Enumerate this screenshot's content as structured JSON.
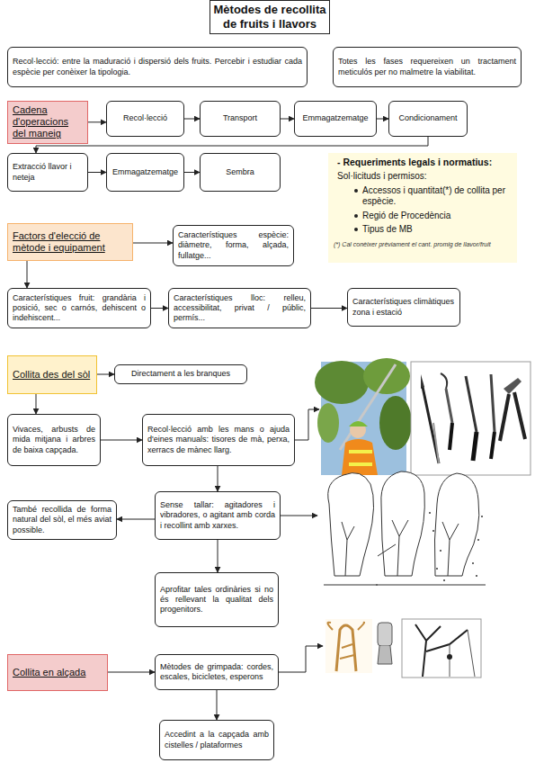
{
  "diagram": {
    "title": "Mètodes de recollita de fruits i llavors",
    "nodes": [
      {
        "text": [
          "Recol·lecció: entre la maduració i dispersió dels fruits. Percebir i estudiar cada espècie per conèixer la tipologia."
        ]
      },
      {
        "text": [
          "Totes les fases requereixen un tractament meticulós per no malmetre la viabilitat."
        ]
      },
      {
        "text": [
          "Cadena d'operacions del maneig"
        ]
      },
      {
        "text": [
          "Recol·lecció"
        ]
      },
      {
        "text": [
          "Transport"
        ]
      },
      {
        "text": [
          "Emmagatzematge"
        ]
      },
      {
        "text": [
          "Condicionament"
        ]
      },
      {
        "text": [
          "Extracció llavor i neteja"
        ]
      },
      {
        "text": [
          "Emmagatzematge"
        ]
      },
      {
        "text": [
          "Sembra"
        ]
      },
      {
        "text": [
          "- Requeriments legals i normatius:",
          "Sol·licituds i permisos:",
          "Accessos i quantitat(*) de collita per espècie.",
          "Regió de Procedència",
          "Tipus de MB",
          "(*) Cal conèixer prèviament el cant. promig de llavor/fruit"
        ]
      },
      {
        "text": [
          "Factors d'elecció de mètode i equipament"
        ]
      },
      {
        "text": [
          "Característiques espècie: diàmetre, forma, alçada, fullatge..."
        ]
      },
      {
        "text": [
          "Característiques fruit: grandària i posició, sec o carnós, dehiscent o indehiscent..."
        ]
      },
      {
        "text": [
          "Característiques lloc: relleu, accessibilitat, privat / públic, permís..."
        ]
      },
      {
        "text": [
          "Característiques climàtiques zona i estació"
        ]
      },
      {
        "text": [
          "Collita des del sòl"
        ]
      },
      {
        "text": [
          "Directament a les branques"
        ]
      },
      {
        "text": [
          "Vivaces, arbusts de mida mitjana i arbres de baixa capçada."
        ]
      },
      {
        "text": [
          "Recol·lecció amb les mans o ajuda d'eines manuals: tisores de mà, perxa, xerracs de mànec llarg."
        ]
      },
      {
        "text": [
          "Sense tallar: agitadores i vibradores, o agitant amb corda i recollint amb xarxes."
        ]
      },
      {
        "text": [
          "També recollida de forma natural del sòl, el més aviat possible."
        ]
      },
      {
        "text": [
          "Aprofitar tales ordinàries si no és rellevant la qualitat dels progenitors."
        ]
      },
      {
        "text": [
          "Collita en alçada"
        ]
      },
      {
        "text": [
          "Mètodes de grimpada: cordes, escales, bicicletes, esperons"
        ]
      },
      {
        "text": [
          "Accedint a la capçada amb cistelles / plataformes"
        ]
      }
    ],
    "edges": [
      {
        "from": 2,
        "to": 3,
        "arrow": "to"
      },
      {
        "from": 3,
        "to": 4,
        "arrow": "to"
      },
      {
        "from": 4,
        "to": 5,
        "arrow": "to"
      },
      {
        "from": 5,
        "to": 6,
        "arrow": "to"
      },
      {
        "from": 6,
        "to": 7,
        "arrow": "to"
      },
      {
        "from": 7,
        "to": 8,
        "arrow": "to"
      },
      {
        "from": 8,
        "to": 9,
        "arrow": "to"
      },
      {
        "from": 11,
        "to": 12,
        "arrow": "to"
      },
      {
        "from": 11,
        "to": 13,
        "arrow": "to"
      },
      {
        "from": 13,
        "to": 14,
        "arrow": "to"
      },
      {
        "from": 14,
        "to": 15,
        "arrow": "to"
      },
      {
        "from": 16,
        "to": 17,
        "arrow": "to"
      },
      {
        "from": 16,
        "to": 18,
        "arrow": "to"
      },
      {
        "from": 18,
        "to": 19,
        "arrow": "to"
      },
      {
        "from": 19,
        "to": 20,
        "arrow": "to"
      },
      {
        "from": 20,
        "to": 21,
        "arrow": "to"
      },
      {
        "from": 20,
        "to": 22,
        "arrow": "to"
      },
      {
        "from": 23,
        "to": 24,
        "arrow": "to"
      },
      {
        "from": 24,
        "to": 25,
        "arrow": "to"
      }
    ]
  }
}
